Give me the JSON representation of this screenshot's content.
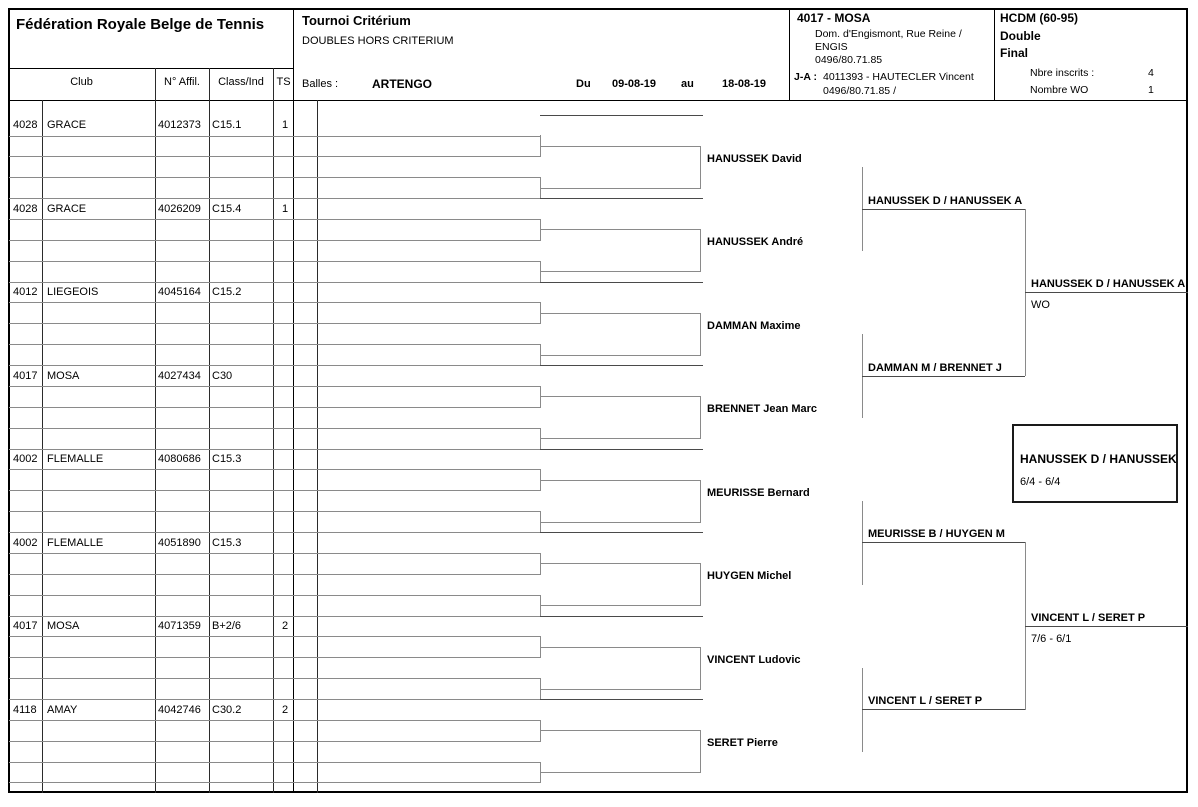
{
  "federation": "Fédération Royale Belge de Tennis",
  "tournament": {
    "title": "Tournoi Critérium",
    "subtitle": "DOUBLES HORS CRITERIUM",
    "balls_label": "Balles :",
    "balls_brand": "ARTENGO",
    "from_label": "Du",
    "from_date": "09-08-19",
    "to_label": "au",
    "to_date": "18-08-19"
  },
  "organizer": {
    "club": "4017 - MOSA",
    "address_line1": "Dom. d'Engismont, Rue Reine /",
    "address_line2": "ENGIS",
    "phone": "0496/80.71.85",
    "referee_label": "J-A :",
    "referee": "4011393 - HAUTECLER Vincent",
    "referee_phone": "0496/80.71.85 /"
  },
  "category": {
    "name": "HCDM (60-95)",
    "discipline": "Double",
    "round": "Final",
    "entrants_label": "Nbre inscrits :",
    "entrants": "4",
    "wo_label": "Nombre WO",
    "wo_count": "1"
  },
  "table": {
    "headers": {
      "club": "Club",
      "affil": "N° Affil.",
      "classification": "Class/Ind",
      "ts": "TS"
    },
    "entries": [
      {
        "club_no": "4028",
        "club": "GRACE",
        "affil": "4012373",
        "classement": "C15.1",
        "ts": "1"
      },
      {
        "club_no": "4028",
        "club": "GRACE",
        "affil": "4026209",
        "classement": "C15.4",
        "ts": "1"
      },
      {
        "club_no": "4012",
        "club": "LIEGEOIS",
        "affil": "4045164",
        "classement": "C15.2",
        "ts": ""
      },
      {
        "club_no": "4017",
        "club": "MOSA",
        "affil": "4027434",
        "classement": "C30",
        "ts": ""
      },
      {
        "club_no": "4002",
        "club": "FLEMALLE",
        "affil": "4080686",
        "classement": "C15.3",
        "ts": ""
      },
      {
        "club_no": "4002",
        "club": "FLEMALLE",
        "affil": "4051890",
        "classement": "C15.3",
        "ts": ""
      },
      {
        "club_no": "4017",
        "club": "MOSA",
        "affil": "4071359",
        "classement": "B+2/6",
        "ts": "2"
      },
      {
        "club_no": "4118",
        "club": "AMAY",
        "affil": "4042746",
        "classement": "C30.2",
        "ts": "2"
      }
    ]
  },
  "bracket": {
    "players": [
      "HANUSSEK David",
      "HANUSSEK André",
      "DAMMAN Maxime",
      "BRENNET Jean Marc",
      "MEURISSE Bernard",
      "HUYGEN Michel",
      "VINCENT Ludovic",
      "SERET Pierre"
    ],
    "round2": [
      "HANUSSEK D / HANUSSEK A",
      "DAMMAN M / BRENNET J",
      "MEURISSE B / HUYGEN M",
      "VINCENT L / SERET P"
    ],
    "semifinals": [
      {
        "team": "HANUSSEK D / HANUSSEK A",
        "score": "WO"
      },
      {
        "team": "VINCENT L / SERET P",
        "score": "7/6 - 6/1"
      }
    ],
    "winner": {
      "team": "HANUSSEK D / HANUSSEK A",
      "score": "6/4 - 6/4"
    }
  },
  "colors": {
    "grid_line": "#8a8a8a",
    "border": "#000000"
  }
}
